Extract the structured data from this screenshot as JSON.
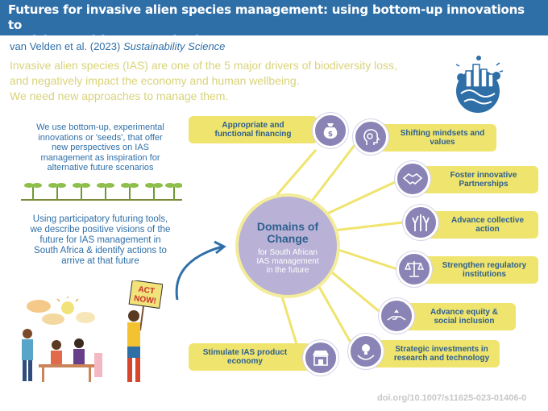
{
  "header": {
    "title_line1": "Futures for invasive alien species management: using bottom-up innovations to",
    "title_line2": "envision positive systemic change"
  },
  "citation": {
    "authors": "van Velden et al. (2023)",
    "journal": "Sustainability Science"
  },
  "intro": {
    "line1": "Invasive alien species (IAS) are one of the 5 major drivers of biodiversity loss,",
    "line2": "and negatively impact the economy and human wellbeing.",
    "line3": "We need new approaches to manage them."
  },
  "left": {
    "seeds_text": [
      "We use bottom-up, experimental",
      "innovations or 'seeds', that offer",
      "new perspectives on IAS",
      "management as inspiration for",
      "alternative future scenarios"
    ],
    "futuring_text": [
      "Using participatory futuring tools,",
      "we describe positive visions of the",
      "future for IAS management in",
      "South Africa & identify actions to",
      "arrive at that future"
    ],
    "sign_line1": "ACT",
    "sign_line2": "NOW!"
  },
  "center": {
    "title_line1": "Domains of",
    "title_line2": "Change",
    "sub_line1": "for South African",
    "sub_line2": "IAS management",
    "sub_line3": "in the future"
  },
  "domains": [
    {
      "line1": "Appropriate and",
      "line2": "functional financing",
      "icon": "money-bag-icon"
    },
    {
      "line1": "Shifting mindsets and",
      "line2": "values",
      "icon": "head-gears-icon"
    },
    {
      "line1": "Foster innovative",
      "line2": "Partnerships",
      "icon": "handshake-icon"
    },
    {
      "line1": "Advance collective",
      "line2": "action",
      "icon": "raised-hands-icon"
    },
    {
      "line1": "Strengthen regulatory",
      "line2": "institutions",
      "icon": "scales-icon"
    },
    {
      "line1": "Advance equity &",
      "line2": "social inclusion",
      "icon": "equity-hands-icon"
    },
    {
      "line1": "Strategic investments in",
      "line2": "research and technology",
      "icon": "lightbulb-hand-icon"
    },
    {
      "line1": "Stimulate IAS product",
      "line2": "economy",
      "icon": "market-icon"
    }
  ],
  "footer": {
    "doi": "doi.org/10.1007/s11625-023-01406-0"
  },
  "colors": {
    "header_blue": "#2f6fa8",
    "accent_yellow": "#efe46d",
    "intro_yellow": "#d9d37a",
    "icon_purple": "#8a83b5",
    "center_purple": "#b9b2d6"
  }
}
